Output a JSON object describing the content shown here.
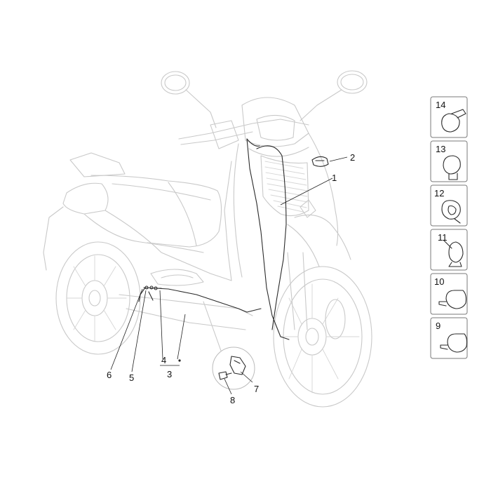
{
  "diagram": {
    "callouts": {
      "c1": "1",
      "c2": "2",
      "c3": "3",
      "c4": "4",
      "c5": "5",
      "c6": "6",
      "c7": "7",
      "c8": "8"
    },
    "side_boxes": [
      {
        "label": "14"
      },
      {
        "label": "13"
      },
      {
        "label": "12"
      },
      {
        "label": "11"
      },
      {
        "label": "10"
      },
      {
        "label": "9"
      }
    ]
  }
}
